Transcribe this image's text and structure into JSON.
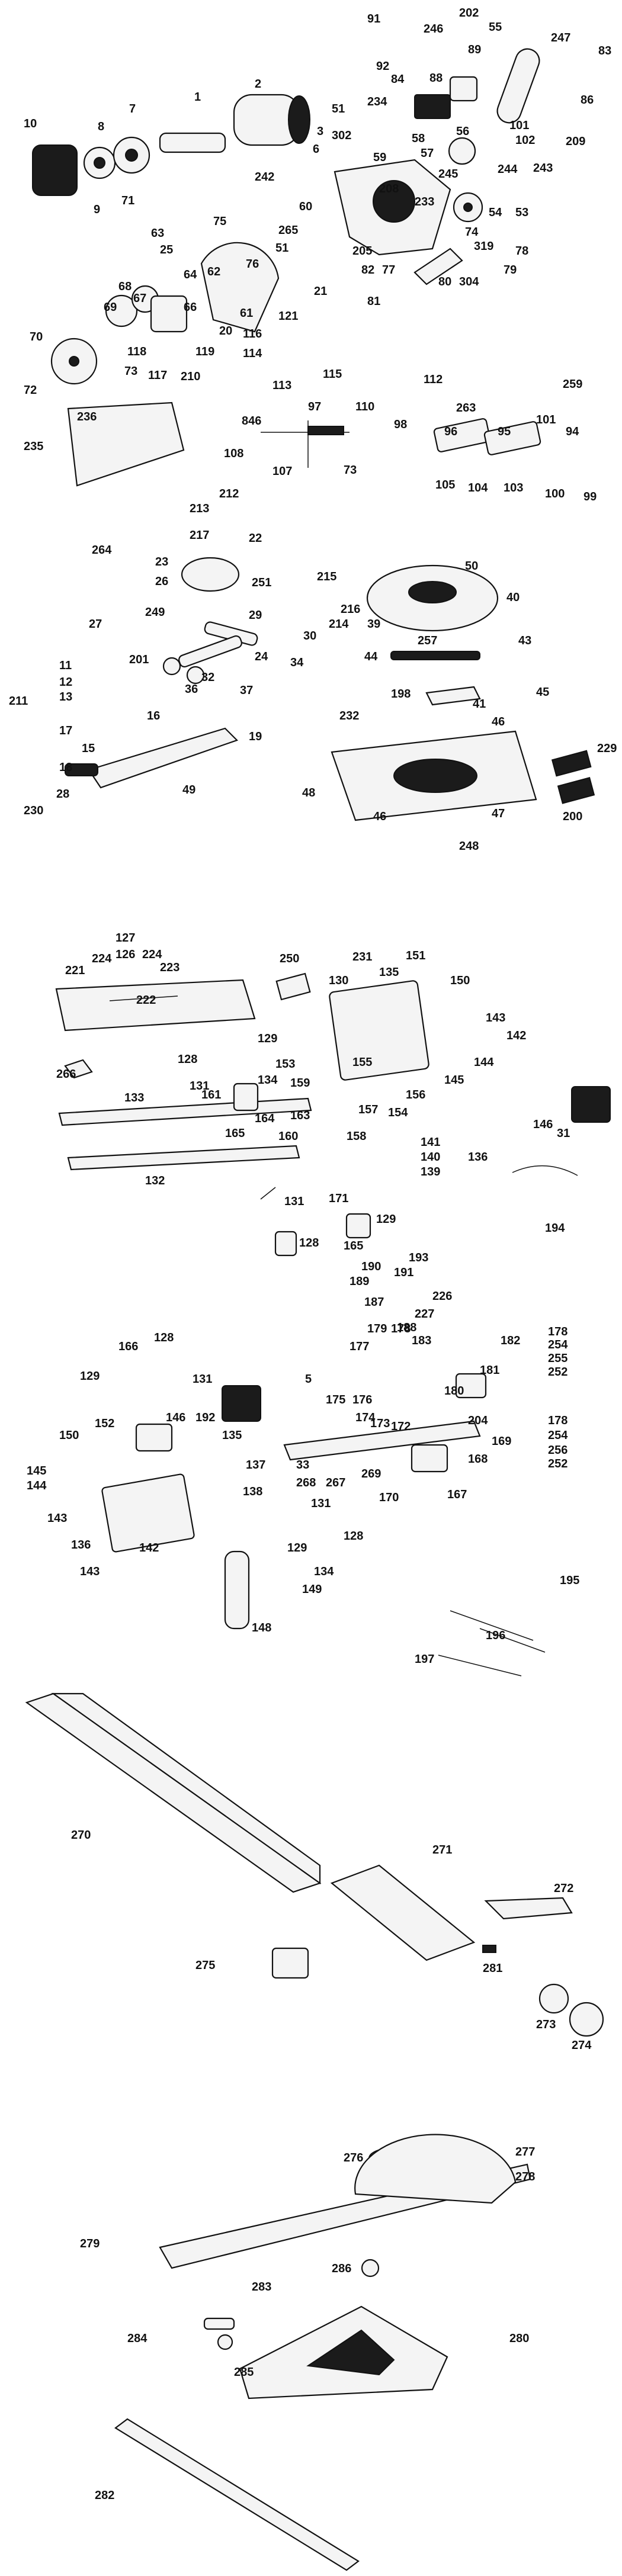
{
  "section1": [
    "10",
    "8",
    "7",
    "1",
    "2",
    "51",
    "91",
    "92",
    "246",
    "202",
    "89",
    "55",
    "247",
    "83",
    "86",
    "209",
    "84",
    "234",
    "88",
    "58",
    "57",
    "56",
    "101",
    "102",
    "243",
    "244",
    "59",
    "302",
    "6",
    "242",
    "60",
    "208",
    "245",
    "233",
    "54",
    "53",
    "74",
    "319",
    "78",
    "79",
    "304",
    "80",
    "81",
    "205",
    "82",
    "77",
    "265",
    "21",
    "3",
    "71",
    "75",
    "25",
    "63",
    "9",
    "76",
    "51b",
    "62",
    "61",
    "20",
    "64",
    "68",
    "69",
    "67",
    "66",
    "118",
    "119",
    "117",
    "73",
    "70",
    "72",
    "121",
    "116",
    "114",
    "115",
    "113",
    "112",
    "259",
    "210",
    "236",
    "235",
    "97",
    "846",
    "110",
    "98",
    "263",
    "96",
    "95",
    "101b",
    "94",
    "108",
    "107",
    "73b",
    "105",
    "104",
    "103",
    "100",
    "99",
    "213",
    "212",
    "217",
    "22",
    "264",
    "23",
    "26",
    "251",
    "215",
    "216",
    "214",
    "50",
    "40",
    "39",
    "27",
    "249",
    "29",
    "24",
    "34",
    "30",
    "257",
    "43",
    "44",
    "201",
    "36",
    "32",
    "37",
    "11",
    "12",
    "13",
    "17",
    "15",
    "16",
    "211",
    "18",
    "19",
    "28",
    "49",
    "230",
    "198",
    "41",
    "46",
    "45",
    "232",
    "229",
    "200",
    "48",
    "46b",
    "47",
    "248"
  ],
  "section2": [
    "127",
    "224",
    "126",
    "224b",
    "223",
    "221",
    "222",
    "250",
    "231",
    "151",
    "135",
    "150",
    "130",
    "143",
    "142",
    "266",
    "129",
    "128",
    "134",
    "161",
    "153",
    "159",
    "145",
    "144",
    "131",
    "133",
    "132",
    "164",
    "163",
    "160",
    "165",
    "155",
    "157",
    "154",
    "156",
    "158",
    "146",
    "31",
    "141",
    "140",
    "139",
    "136",
    "131b",
    "128b",
    "171",
    "165b",
    "129b",
    "194",
    "190",
    "193",
    "189",
    "191",
    "187",
    "226",
    "227",
    "188",
    "179",
    "178",
    "183",
    "182",
    "178b",
    "254",
    "255",
    "252",
    "177",
    "166",
    "128c",
    "129c",
    "131c",
    "150b",
    "152",
    "192",
    "146b",
    "135b",
    "5",
    "175",
    "176",
    "173",
    "174",
    "172",
    "180",
    "181",
    "204",
    "169",
    "168",
    "167",
    "178c",
    "254b",
    "256",
    "252b",
    "145b",
    "144b",
    "143b",
    "136b",
    "142b",
    "143c",
    "137",
    "138",
    "33",
    "268",
    "267",
    "269",
    "170",
    "131d",
    "128d",
    "129d",
    "134b",
    "149",
    "148",
    "195",
    "196",
    "197"
  ],
  "section3": [
    "270",
    "271",
    "272",
    "275",
    "281",
    "273",
    "274"
  ],
  "section4": [
    "276",
    "277",
    "278",
    "279",
    "286",
    "280",
    "283",
    "284",
    "285",
    "282"
  ]
}
